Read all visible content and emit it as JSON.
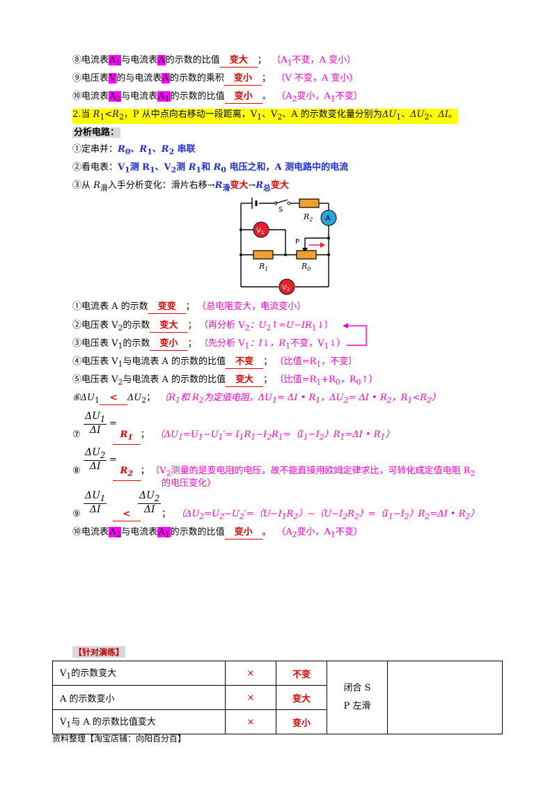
{
  "top": {
    "l8": {
      "a": "⑧电流表",
      "b": "A",
      "b_sub": "1",
      "c": "与电流表",
      "d": "A",
      "e": "的示数的比值",
      "blank": "变大",
      "f": "；",
      "g": "（A",
      "g_sub": "1",
      "h": "不变，A 变小）"
    },
    "l9": {
      "a": "⑨电压表",
      "b": "V",
      "c": "的与电流表",
      "d": "A",
      "e": "的示数的乘积",
      "blank": "变小",
      "f": "；",
      "g": "（V 不变，A 变小）"
    },
    "l10": {
      "a": "⑩电流表",
      "b": "A",
      "b_sub": "2",
      "c": "与电流表",
      "d": "A",
      "d_sub": "1",
      "e": "的示数的比值",
      "blank": "变小",
      "f": "。",
      "g": "（A",
      "g_sub": "2",
      "h": "变小，A",
      "h_sub": "1",
      "i": "不变）"
    }
  },
  "q2": {
    "a": "2.当 ",
    "r1": "R",
    "r1s": "1",
    "lt": "<",
    "r2": "R",
    "r2s": "2",
    "b": "，P 从中点向右移动一段距离，V",
    "v1s": "1",
    "c": "、V",
    "v2s": "2",
    "d": "、A 的示数变化量分别为",
    "du1": "ΔU",
    "du1s": "1",
    "e": "、",
    "du2": "ΔU",
    "du2s": "2",
    "f": "、",
    "di": "ΔI",
    "g": "。"
  },
  "analysis_heading": "分析电路：",
  "s1": {
    "a": "①定串并：",
    "r0": "R",
    "r0s": "0",
    "c1": "、",
    "r1": "R",
    "r1s": "1",
    "c2": "、",
    "r2": "R",
    "r2s": "2",
    "b": " 串联"
  },
  "s2": {
    "a": "②看电表：",
    "b": "V",
    "bs": "1",
    "c": "测 R",
    "cs": "1",
    "d": "、V",
    "ds": "2",
    "e": "测 ",
    "f": "R",
    "fs": "1",
    "g": "和 ",
    "h": "R",
    "hs": "0",
    "i": " 电压之和，A 测电路中的电流"
  },
  "s3": {
    "a": "③从 ",
    "b": "R",
    "bs": "滑",
    "c": "入手分析变化：滑片右移→",
    "d": "R",
    "ds": "滑",
    "e": "变大",
    "f": "→",
    "g": "R",
    "gs": "总",
    "h": "变大"
  },
  "circuit": {
    "switch": "S",
    "r2": "R",
    "r2s": "2",
    "ammeter": "A",
    "v1": "V",
    "v1s": "1",
    "p": "P",
    "r1": "R",
    "r1s": "1",
    "r0": "R",
    "r0s": "0",
    "v2": "V",
    "v2s": "2"
  },
  "items": {
    "i1": {
      "a": "①电流表 A 的示数",
      "blank": "变变",
      "b": "；",
      "c": "（总电阻变大，电流变小）"
    },
    "i2": {
      "a": "②电压表 V",
      "as": "2",
      "a2": "的示数",
      "blank": "变大",
      "b": "；",
      "c": "（再分析 V",
      "cs": "2",
      "c2": "：U",
      "c2s": "2",
      "c3": "↑=U−IR",
      "c3s": "1",
      "c4": "↓）"
    },
    "i3": {
      "a": "③电压表 V",
      "as": "1",
      "a2": "的示数",
      "blank": "变小",
      "b": "；",
      "c": "（先分析 V",
      "cs": "1",
      "c2": "：I↓，R",
      "c2s": "1",
      "c3": "不变，V",
      "c3s": "1",
      "c4": "↓）"
    },
    "i4": {
      "a": "④电压表 V",
      "as": "1",
      "a2": "与电流表 A 的示数的比值",
      "blank": "不变",
      "b": "；",
      "c": "（比值=R",
      "cs": "1",
      "c2": "，不变）"
    },
    "i5": {
      "a": "⑤电压表 V",
      "as": "2",
      "a2": "与电流表 A 的示数的比值",
      "blank": "变大",
      "b": "；",
      "c": "（比值=R",
      "cs": "1",
      "c2": "+R",
      "c2s": "0",
      "c3": "，R",
      "c3s": "0",
      "c4": "↑）"
    },
    "i6": {
      "a": "⑥ΔU",
      "as": "1",
      "blank": "<",
      "b": "ΔU",
      "bs": "2",
      "b2": "；",
      "c": "（R",
      "cs": "1",
      "c2": "和 R",
      "c2s": "2",
      "c3": "为定值电阻，ΔU",
      "c3s": "1",
      "c4": "= ΔI • R",
      "c4s": "1",
      "c5": "，ΔU",
      "c5s": "2",
      "c6": "= ΔI • R",
      "c6s": "2",
      "c7": "，R",
      "c7s": "1",
      "c8": "<R",
      "c8s": "2",
      "c9": "）"
    },
    "i7": {
      "num": "⑦",
      "fn": "ΔU",
      "fns": "1",
      "fd": "ΔI",
      "eq": "=",
      "blank": "R",
      "blanks": "1",
      "b": "；",
      "c": "（ΔU",
      "cs": "1",
      "c2": "=U",
      "c2s": "1",
      "c3": "−U",
      "c3s": "1",
      "c4": "′= I",
      "c4s": "1",
      "c5": "R",
      "c5s": "1",
      "c6": "−I",
      "c6s": "2",
      "c7": "R",
      "c7s": "1",
      "c8": "=（I",
      "c8s": "1",
      "c9": "−I",
      "c9s": "2",
      "c10": "）R",
      "c10s": "1",
      "c11": "=ΔI • R",
      "c11s": "1",
      "c12": "）"
    },
    "i8": {
      "num": "⑧",
      "fn": "ΔU",
      "fns": "2",
      "fd": "ΔI",
      "eq": "=",
      "blank": "R",
      "blanks": "2",
      "b": "；",
      "c": "（V",
      "cs": "2",
      "c2": "测量的是变电阻的电压，故不能直接用欧姆定律求比，可转化成定值电阻 R",
      "c2s": "2",
      "c3": "的电压变化）"
    },
    "i9": {
      "num": "⑨",
      "fn1": "ΔU",
      "fn1s": "1",
      "fd1": "ΔI",
      "blank": "<",
      "fn2": "ΔU",
      "fn2s": "2",
      "fd2": "ΔI",
      "b": "；",
      "c": "（ΔU",
      "cs": "2",
      "c2": "=U",
      "c2s": "2",
      "c3": "−U",
      "c3s": "2",
      "c4": "′=（U−I",
      "c4s": "1",
      "c5": "R",
      "c5s": "2",
      "c6": "）−（U−I",
      "c6s": "2",
      "c7": "R",
      "c7s": "2",
      "c8": "）=（I",
      "c8s": "1",
      "c9": "−I",
      "c9s": "2",
      "c10": "）R",
      "c10s": "2",
      "c11": "=ΔI • R",
      "c11s": "2",
      "c12": "）"
    },
    "i10": {
      "a": "⑩电流表",
      "b": "A",
      "bs": "2",
      "c": "与电流表",
      "d": "A",
      "ds": "1",
      "e": "的示数的比值",
      "blank": "变小",
      "f": "。",
      "g": "（A",
      "gs": "2",
      "h": "变小，A",
      "hs": "1",
      "i": "不变）"
    }
  },
  "practice": {
    "title": "【针对演练】",
    "rows": [
      {
        "c1": "V",
        "c1s": "1",
        "c1b": "的示数变大",
        "c2": "×",
        "c3": "不变"
      },
      {
        "c1": "A 的示数变小",
        "c1s": "",
        "c1b": "",
        "c2": "×",
        "c3": "变大"
      },
      {
        "c1": "V",
        "c1s": "1",
        "c1b": "与 A 的示数比值变大",
        "c2": "×",
        "c3": "变小"
      }
    ],
    "cond1": "闭合 S",
    "cond2": "P 左滑"
  },
  "footer": "资料整理【淘宝店铺：向阳百分百】"
}
